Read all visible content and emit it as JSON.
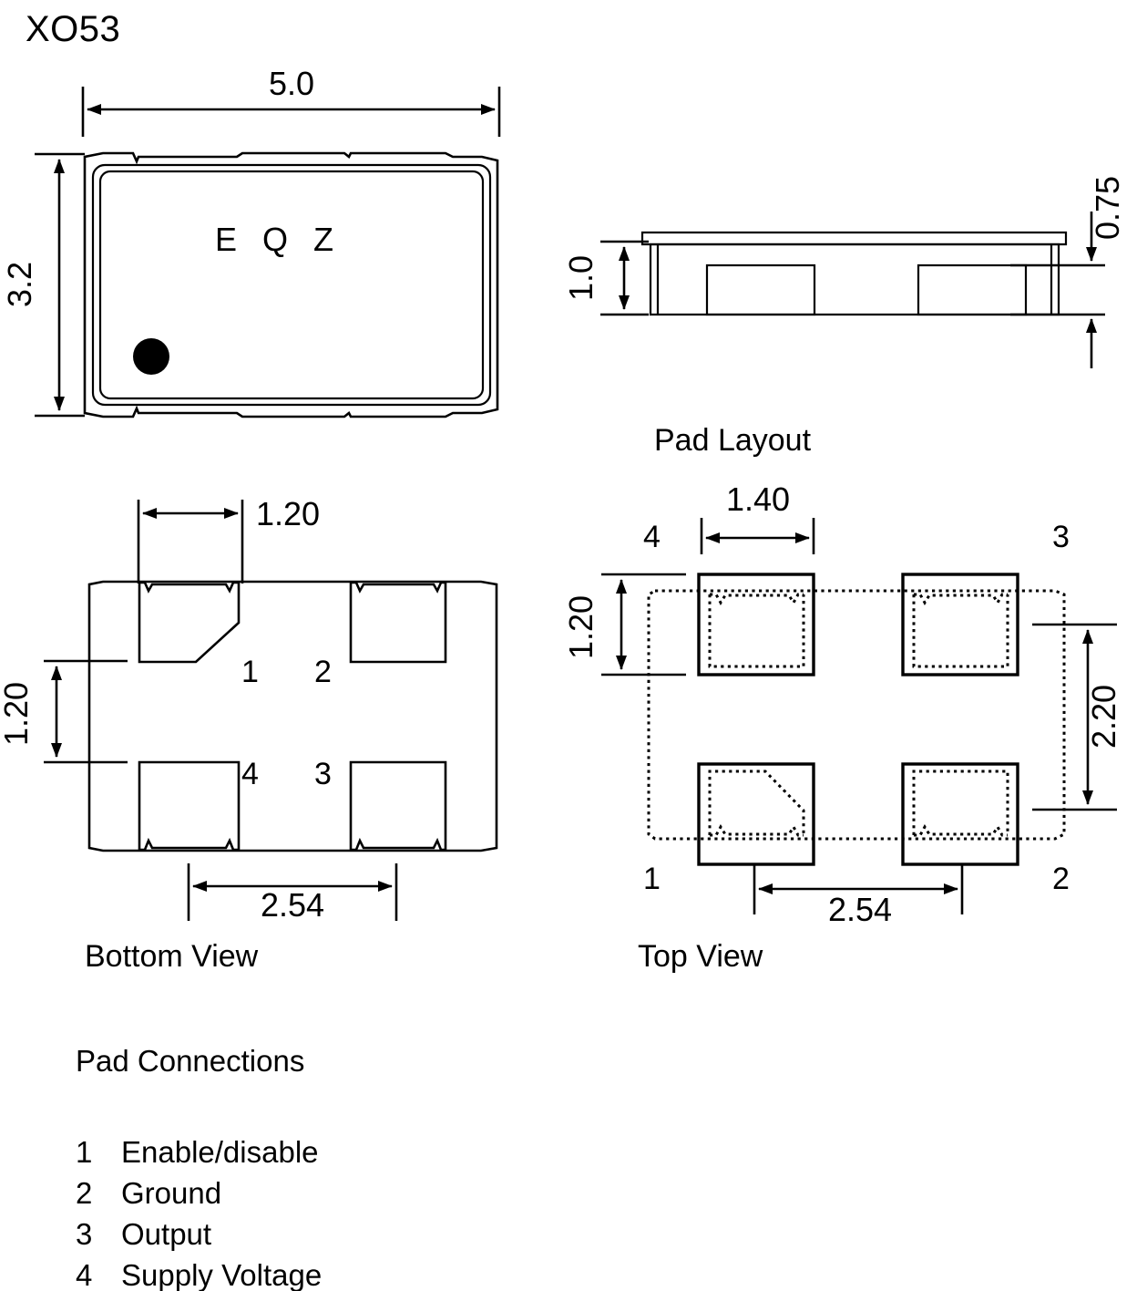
{
  "title": "XO53",
  "package_marking": "E Q Z",
  "top_view_drawing": {
    "label": "",
    "width_dim": "5.0",
    "height_dim": "3.2"
  },
  "side_view": {
    "label": "Pad Layout",
    "body_height_dim": "1.0",
    "standoff_dim": "0.75"
  },
  "bottom_view": {
    "label": "Bottom View",
    "pad_width_dim": "1.20",
    "pad_height_dim": "1.20",
    "pad_pitch_dim": "2.54",
    "pin_labels": [
      "1",
      "2",
      "3",
      "4"
    ]
  },
  "pad_layout_top_view": {
    "label": "Top View",
    "pad_width_dim": "1.40",
    "pad_height_dim": "1.20",
    "pad_pitch_x_dim": "2.54",
    "pad_pitch_y_dim": "2.20",
    "pin_labels": {
      "top_left": "4",
      "top_right": "3",
      "bottom_left": "1",
      "bottom_right": "2"
    }
  },
  "pad_connections": {
    "heading": "Pad Connections",
    "rows": [
      {
        "num": "1",
        "name": "Enable/disable"
      },
      {
        "num": "2",
        "name": "Ground"
      },
      {
        "num": "3",
        "name": "Output"
      },
      {
        "num": "4",
        "name": "Supply Voltage"
      }
    ]
  },
  "colors": {
    "ink": "#000000",
    "paper": "#ffffff"
  }
}
